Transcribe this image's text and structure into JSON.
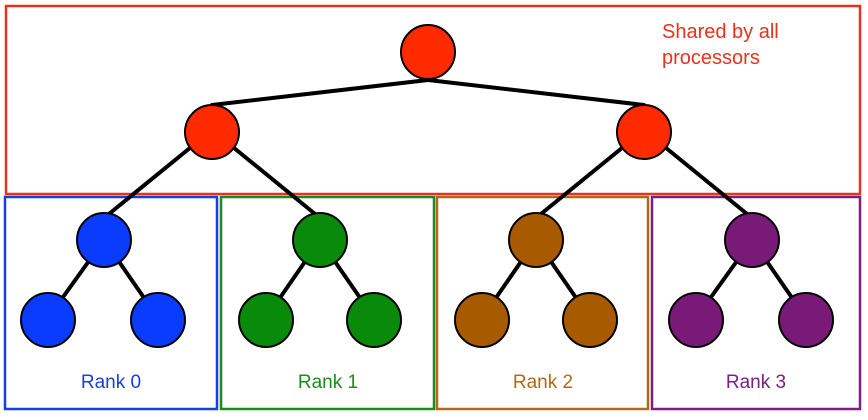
{
  "shared_region": {
    "label_line1": "Shared by all",
    "label_line2": "processors",
    "color": "#e8321e",
    "node_color": "#ff2a00"
  },
  "ranks": [
    {
      "label": "Rank 0",
      "color": "#1a3fe0",
      "node_color": "#0a3cff"
    },
    {
      "label": "Rank 1",
      "color": "#1e8a1e",
      "node_color": "#0a8a0a"
    },
    {
      "label": "Rank 2",
      "color": "#b0691a",
      "node_color": "#a85a00"
    },
    {
      "label": "Rank 3",
      "color": "#7a2080",
      "node_color": "#7a1a78"
    }
  ],
  "edge_color": "#000000"
}
